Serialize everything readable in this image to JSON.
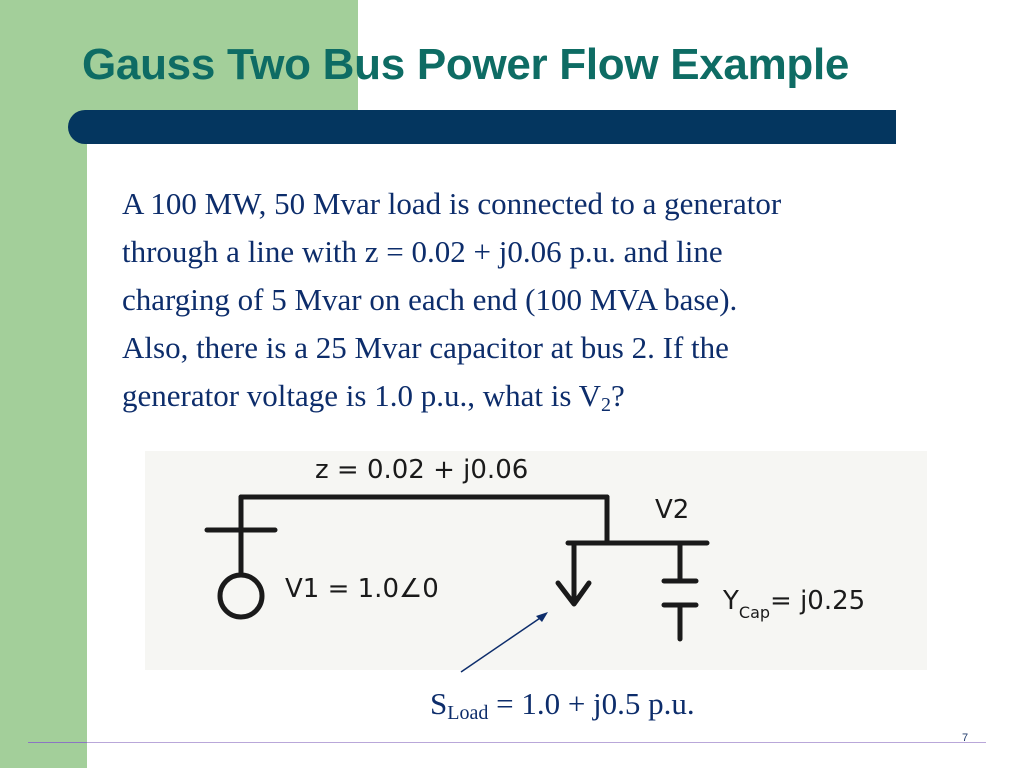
{
  "slide": {
    "title": "Gauss Two Bus Power Flow Example",
    "page_number": "7"
  },
  "body": {
    "line1": "A 100 MW, 50 Mvar load is connected to a generator",
    "line2": "through a line with z = 0.02 + j0.06 p.u. and line",
    "line3": "charging of 5 Mvar on each end (100 MVA base).",
    "line4": "Also, there is a 25 Mvar capacitor at bus 2.  If the",
    "line5_prefix": "generator voltage is 1.0 p.u., what is V",
    "line5_sub": "2",
    "line5_suffix": "?"
  },
  "diagram": {
    "impedance_label": "z = 0.02 + j0.06",
    "v2_label": "V2",
    "v1_label": "V1 = 1.0∠0",
    "ycap_main": "Y",
    "ycap_sub": "Cap",
    "ycap_value": "= j0.25"
  },
  "callout": {
    "symbol": "S",
    "sub": "Load",
    "value": " = 1.0 + j0.5 p.u."
  },
  "colors": {
    "title": "#0e6c64",
    "title_bar": "#04365f",
    "green_background": "#a3cf9a",
    "body_text": "#0d2d6b"
  }
}
